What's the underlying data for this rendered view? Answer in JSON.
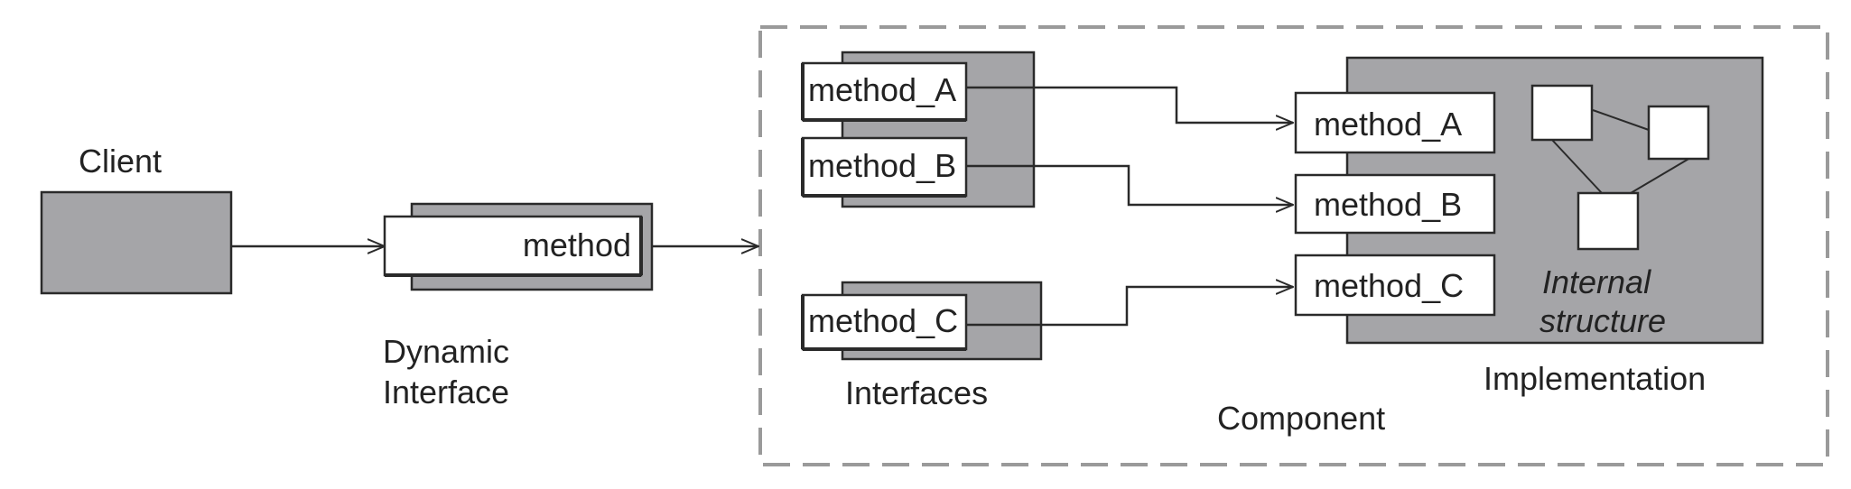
{
  "client": {
    "label": "Client"
  },
  "dynamic_interface": {
    "method_label": "method",
    "caption_line1": "Dynamic",
    "caption_line2": "Interface"
  },
  "interfaces": {
    "caption": "Interfaces",
    "methods": [
      "method_A",
      "method_B",
      "method_C"
    ]
  },
  "implementation": {
    "caption": "Implementation",
    "methods": [
      "method_A",
      "method_B",
      "method_C"
    ],
    "internal_line1": "Internal",
    "internal_line2": "structure"
  },
  "component": {
    "caption": "Component"
  },
  "colors": {
    "box_fill": "#a5a5a8",
    "stroke": "#2a2a2a",
    "dash": "#9a9a9a"
  }
}
